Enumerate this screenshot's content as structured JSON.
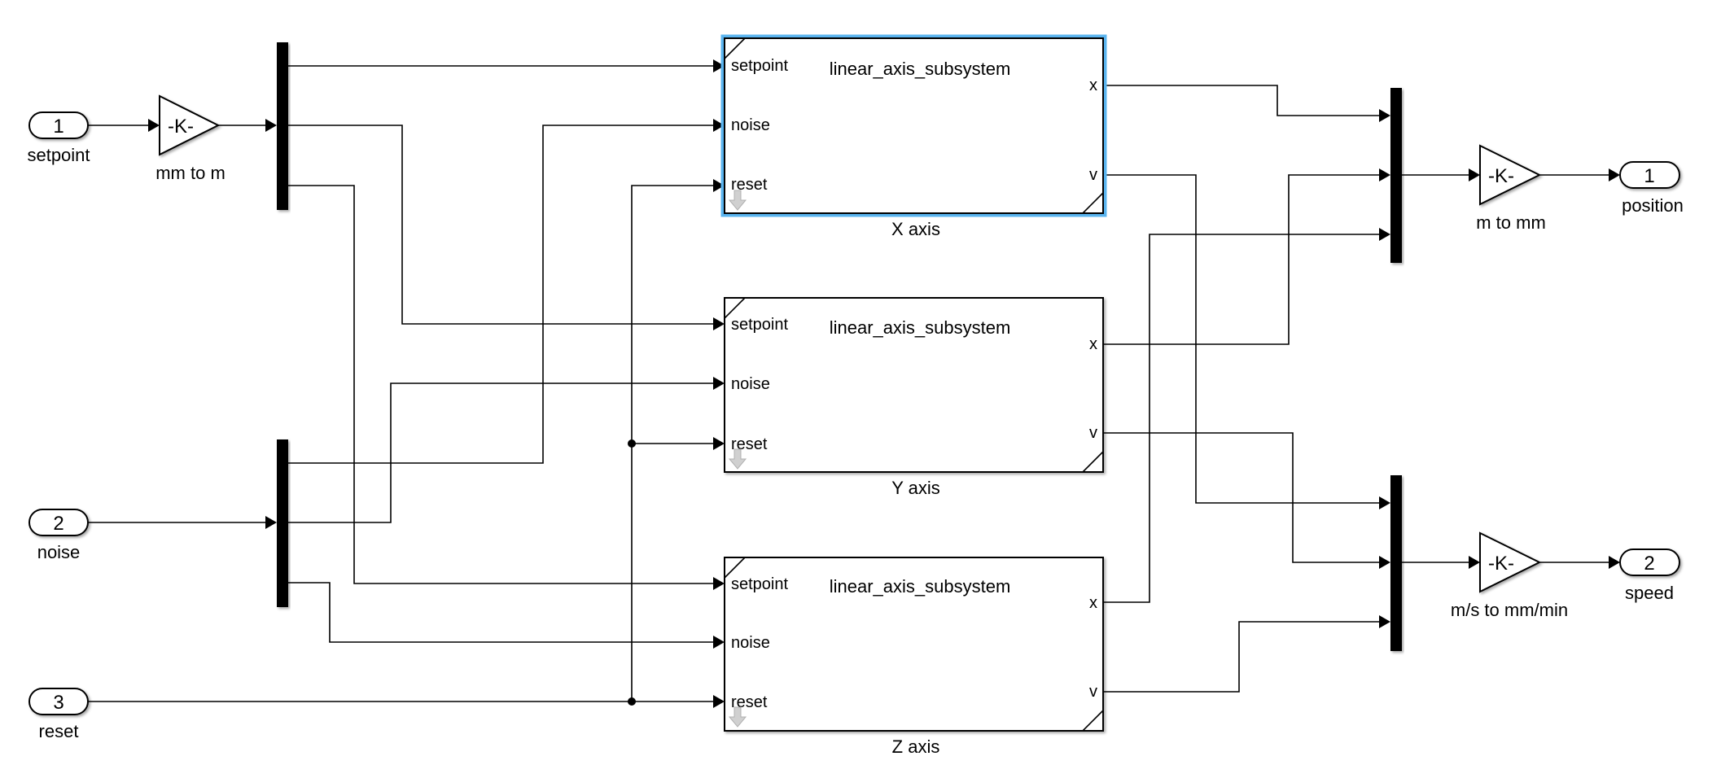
{
  "diagram": {
    "inports": [
      {
        "number": "1",
        "label": "setpoint"
      },
      {
        "number": "2",
        "label": "noise"
      },
      {
        "number": "3",
        "label": "reset"
      }
    ],
    "outports": [
      {
        "number": "1",
        "label": "position"
      },
      {
        "number": "2",
        "label": "speed"
      }
    ],
    "gains": [
      {
        "value": "-K-",
        "label": "mm to m"
      },
      {
        "value": "-K-",
        "label": "m to mm"
      },
      {
        "value": "-K-",
        "label": "m/s to mm/min"
      }
    ],
    "subsystems": [
      {
        "title": "linear_axis_subsystem",
        "label": "X axis",
        "selected": true,
        "inputs": [
          "setpoint",
          "noise",
          "reset"
        ],
        "outputs": [
          "x",
          "v"
        ]
      },
      {
        "title": "linear_axis_subsystem",
        "label": "Y axis",
        "selected": false,
        "inputs": [
          "setpoint",
          "noise",
          "reset"
        ],
        "outputs": [
          "x",
          "v"
        ]
      },
      {
        "title": "linear_axis_subsystem",
        "label": "Z axis",
        "selected": false,
        "inputs": [
          "setpoint",
          "noise",
          "reset"
        ],
        "outputs": [
          "x",
          "v"
        ]
      }
    ],
    "selection_color": "#5ab4ef"
  }
}
